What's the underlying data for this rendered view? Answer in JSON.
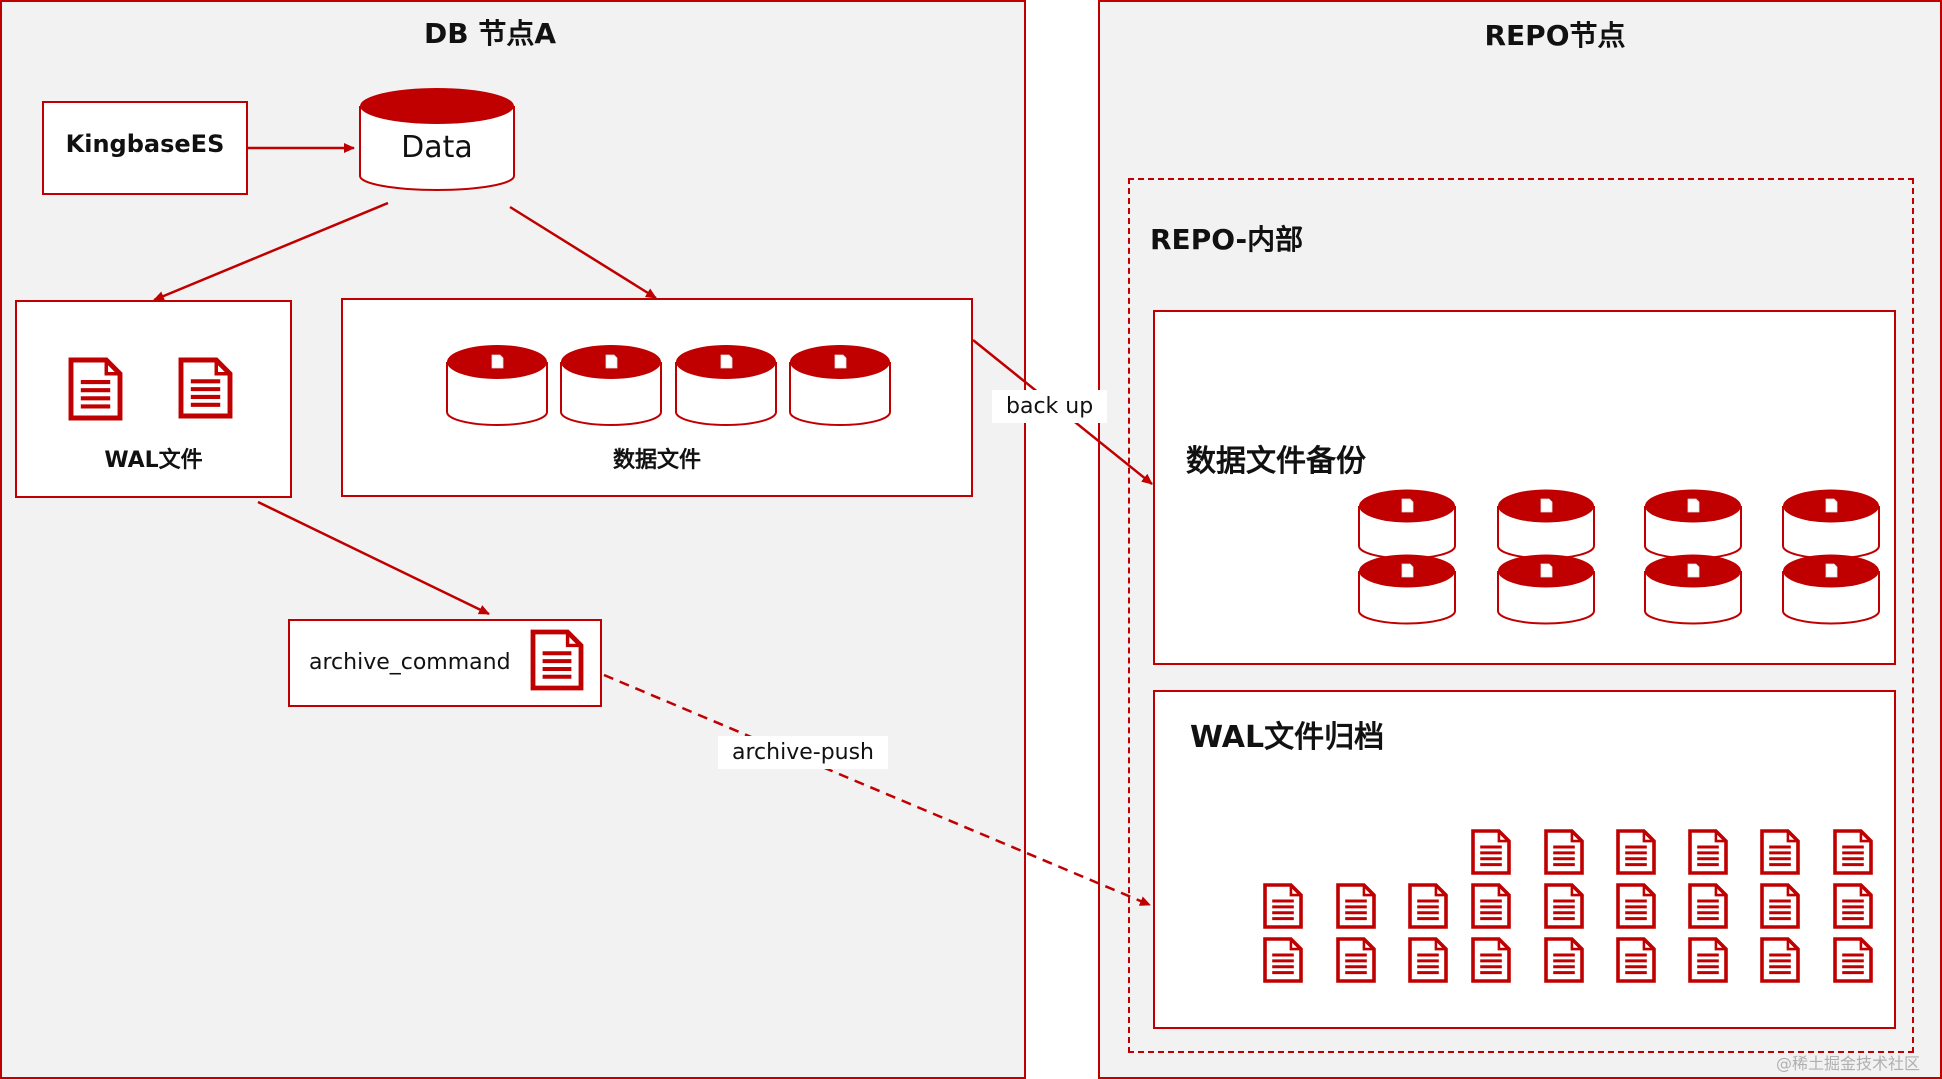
{
  "colors": {
    "accent": "#c00000",
    "panel": "#f2f2f2"
  },
  "db_node": {
    "title": "DB 节点A",
    "source_label": "KingbaseES",
    "data_label": "Data",
    "wal_label": "WAL文件",
    "datafile_label": "数据文件",
    "archive_label": "archive_command"
  },
  "repo_node": {
    "title": "REPO节点",
    "internal_label": "REPO-内部",
    "backup_label": "数据文件备份",
    "wal_archive_label": "WAL文件归档"
  },
  "edges": {
    "backup": "back up",
    "archive_push": "archive-push"
  },
  "watermark": "@稀土掘金技术社区",
  "icons": {
    "document": "document-icon",
    "database": "database-icon"
  }
}
